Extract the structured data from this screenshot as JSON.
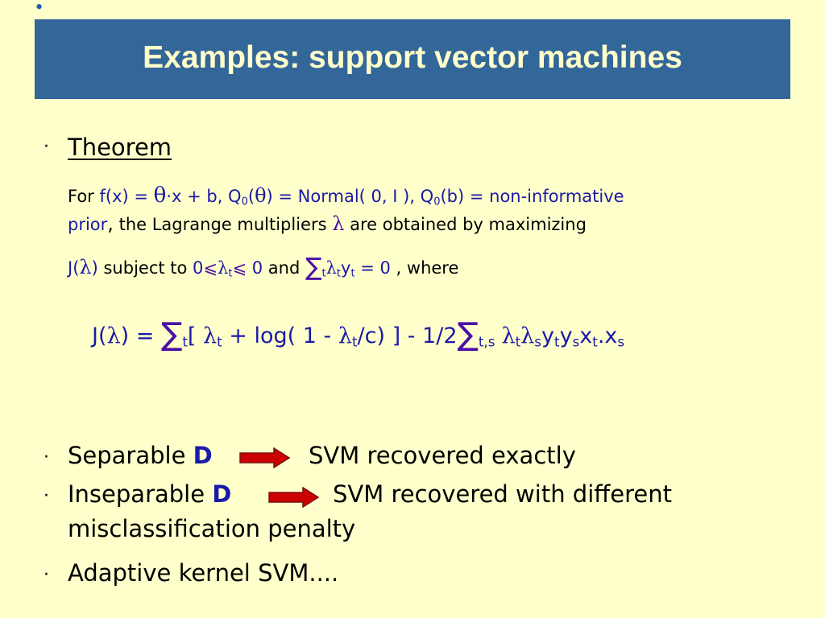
{
  "slide": {
    "title": "Examples: support vector machines",
    "colors": {
      "title_bg": "#336699",
      "title_text": "#ffffcc",
      "background": "#ffffcc",
      "math_blue": "#1a1aa8",
      "variable_purple": "#4b0fa5",
      "arrow_red": "#cc0000"
    },
    "bullet_glyph": "·",
    "corner_mark": "•"
  },
  "theorem": {
    "heading": "Theorem",
    "line1": {
      "for": "For ",
      "f_of_x": "f(x) = ",
      "theta": "θ",
      "dot": "·",
      "x_plus_b": "x + b, Q",
      "sub0_a": "0",
      "paren_open": "(",
      "theta2": "θ",
      "normal": ") = Normal( 0, I ), Q",
      "sub0_b": "0",
      "noninfo": "(b) = non-informative"
    },
    "line2": {
      "prior": "prior",
      "comma": ",",
      "text1": " the Lagrange multipliers ",
      "lambda": "λ",
      "text2": " are obtained by maximizing"
    },
    "line3": {
      "J_open": "J(",
      "lambda": "λ",
      "J_close": ")",
      "subject_to": " subject to ",
      "zero": "0",
      "le1": "⩽",
      "lambda_t": "λ",
      "sub_t": "t",
      "le2": "⩽",
      "zero_end": " 0",
      "and": " and ",
      "sigma": "∑",
      "sigma_sub": "t",
      "lam2": "λ",
      "lam2_sub": "t",
      "y": "y",
      "y_sub": "t",
      "eq0": " = 0",
      "where": " , where"
    }
  },
  "formula": {
    "J_open": "J(",
    "lambda": "λ",
    "eq": ") = ",
    "sigma1": "∑",
    "sigma1_sub": "t",
    "bracket": "[ ",
    "lam1": "λ",
    "lam1_sub": "t",
    "log_part": " + log( 1 - ",
    "lam2": "λ",
    "lam2_sub": "t",
    "c_part": "/c) ] - 1/2",
    "sigma2": "∑",
    "sigma2_sub": "t,s",
    "lam3": "λ",
    "lam3_sub": "t",
    "lam4": "λ",
    "lam4_sub": "s",
    "y1": "y",
    "y1_sub": "t",
    "y2": "y",
    "y2_sub": "s",
    "x1": "x",
    "x1_sub": "t",
    "dot": ".",
    "x2": "x",
    "x2_sub": "s"
  },
  "bullets": {
    "separable": {
      "label": "Separable ",
      "D": "D",
      "result": "SVM recovered exactly"
    },
    "inseparable": {
      "label": "Inseparable ",
      "D": "D",
      "result": "SVM recovered with different",
      "result_cont": "misclassification penalty"
    },
    "adaptive": {
      "label": "Adaptive kernel SVM...."
    }
  }
}
